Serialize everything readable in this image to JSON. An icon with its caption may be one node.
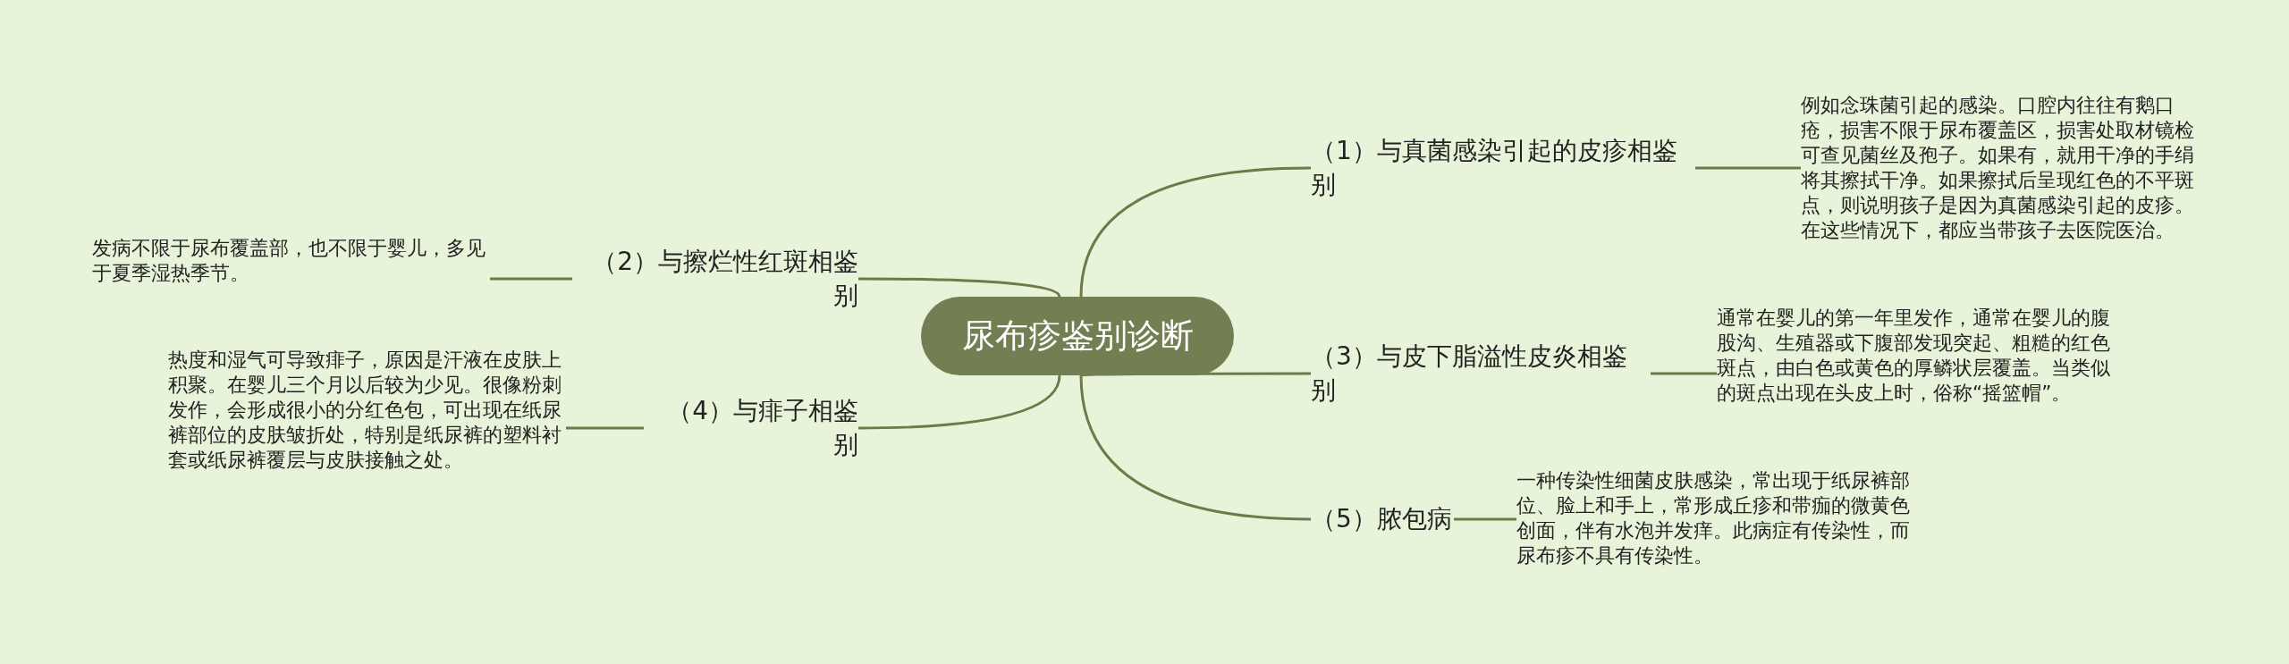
{
  "diagram": {
    "nodes": [
      {
        "text": [
          "尿布疹鉴别诊断"
        ]
      },
      {
        "text": [
          "（1）与真菌感染引起的皮疹相鉴别"
        ]
      },
      {
        "text": [
          "例如念珠菌引起的感染。口腔内往往有鹅口疮，损害不限于尿布覆盖区，损害处取材镜检可查见菌丝及孢子。如果有，就用干净的手绢将其擦拭干净。如果擦拭后呈现红色的不平斑点，则说明孩子是因为真菌感染引起的皮疹。在这些情况下，都应当带孩子去医院医治。"
        ]
      },
      {
        "text": [
          "（2）与擦烂性红斑相鉴别"
        ]
      },
      {
        "text": [
          "发病不限于尿布覆盖部，也不限于婴儿，多见于夏季湿热季节。"
        ]
      },
      {
        "text": [
          "（3）与皮下脂溢性皮炎相鉴别"
        ]
      },
      {
        "text": [
          "通常在婴儿的第一年里发作，通常在婴儿的腹股沟、生殖器或下腹部发现突起、粗糙的红色斑点，由白色或黄色的厚鳞状层覆盖。当类似的斑点出现在头皮上时，俗称“摇篮帽”。"
        ]
      },
      {
        "text": [
          "（4）与痱子相鉴别"
        ]
      },
      {
        "text": [
          "热度和湿气可导致痱子，原因是汗液在皮肤上积聚。在婴儿三个月以后较为少见。很像粉刺发作，会形成很小的分红色包，可出现在纸尿裤部位的皮肤皱折处，特别是纸尿裤的塑料衬套或纸尿裤覆层与皮肤接触之处。"
        ]
      },
      {
        "text": [
          "（5）脓包病"
        ]
      },
      {
        "text": [
          "一种传染性细菌皮肤感染，常出现于纸尿裤部位、脸上和手上，常形成丘疹和带痂的微黄色创面，伴有水泡并发痒。此病症有传染性，而尿布疹不具有传染性。"
        ]
      }
    ],
    "edges": [
      {
        "from": 0,
        "to": 1,
        "arrow": "none"
      },
      {
        "from": 1,
        "to": 2,
        "arrow": "none"
      },
      {
        "from": 0,
        "to": 3,
        "arrow": "none"
      },
      {
        "from": 3,
        "to": 4,
        "arrow": "none"
      },
      {
        "from": 0,
        "to": 5,
        "arrow": "none"
      },
      {
        "from": 5,
        "to": 6,
        "arrow": "none"
      },
      {
        "from": 0,
        "to": 7,
        "arrow": "none"
      },
      {
        "from": 7,
        "to": 8,
        "arrow": "none"
      },
      {
        "from": 0,
        "to": 9,
        "arrow": "none"
      },
      {
        "from": 9,
        "to": 10,
        "arrow": "none"
      }
    ]
  }
}
